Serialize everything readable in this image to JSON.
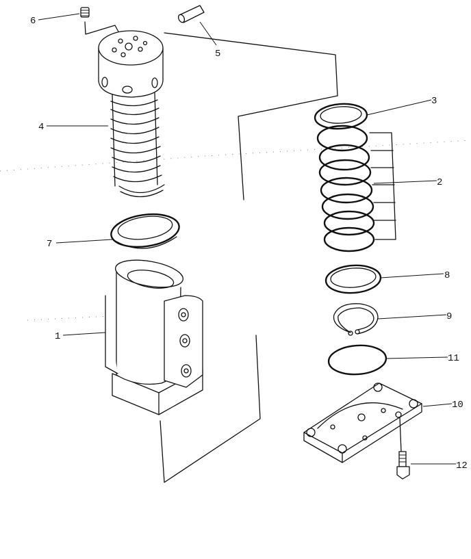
{
  "callouts": [
    {
      "id": "1",
      "part": "body"
    },
    {
      "id": "2",
      "part": "coil-spring-set"
    },
    {
      "id": "3",
      "part": "top-ring"
    },
    {
      "id": "4",
      "part": "rotor-column"
    },
    {
      "id": "5",
      "part": "pin"
    },
    {
      "id": "6",
      "part": "plug"
    },
    {
      "id": "7",
      "part": "seal-ring"
    },
    {
      "id": "8",
      "part": "flat-ring"
    },
    {
      "id": "9",
      "part": "snap-ring"
    },
    {
      "id": "10",
      "part": "cover-plate"
    },
    {
      "id": "11",
      "part": "o-ring"
    },
    {
      "id": "12",
      "part": "bolt"
    }
  ]
}
